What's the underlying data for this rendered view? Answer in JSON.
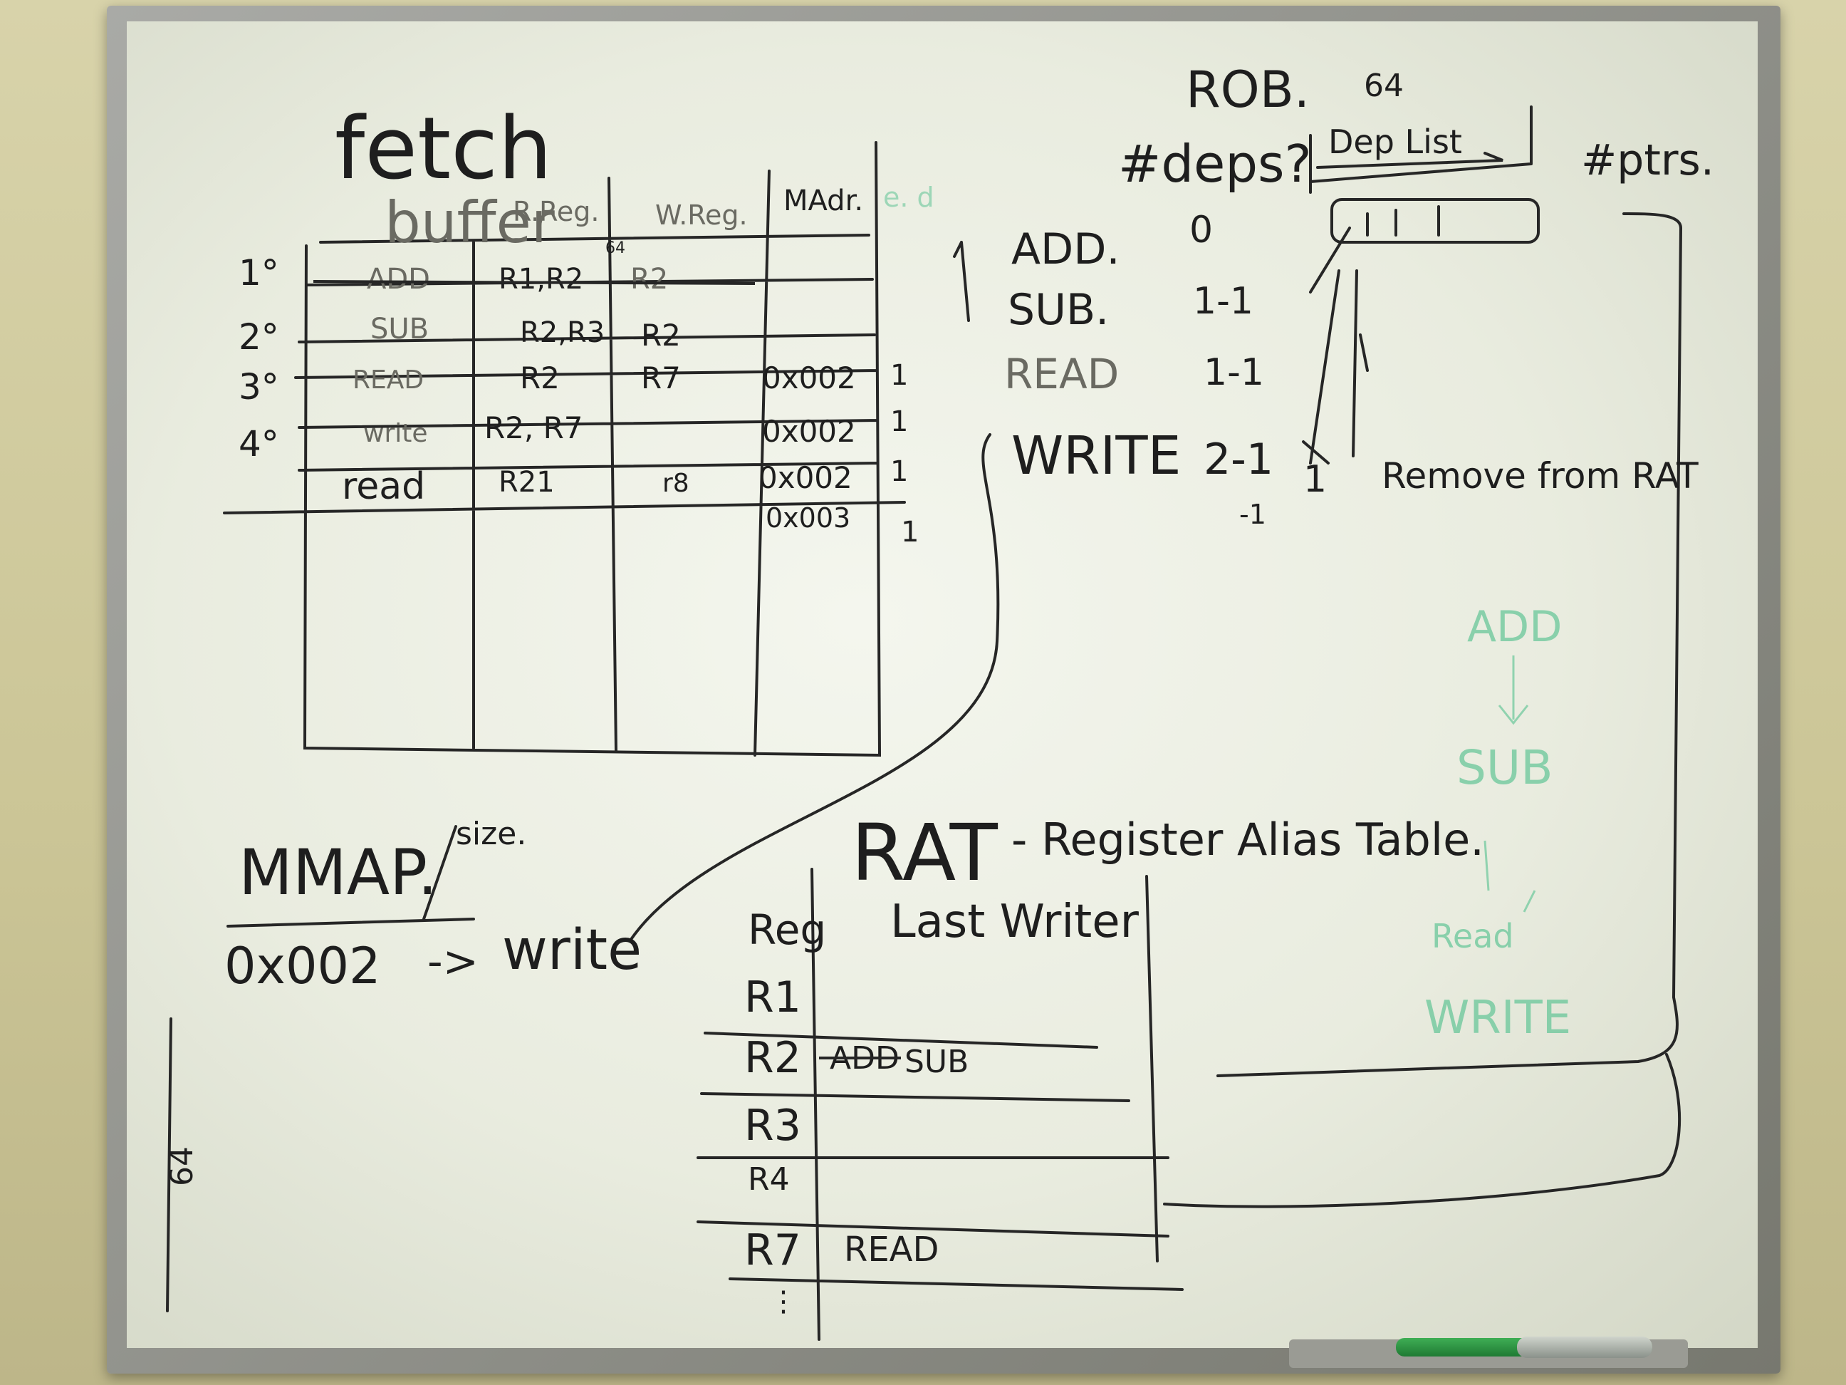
{
  "fetch_buffer": {
    "title_line1": "fetch",
    "title_line2": "buffer",
    "columns": [
      "R.Reg.",
      "W.Reg.",
      "MAdr."
    ],
    "order_marks": [
      "1°",
      "2°",
      "3°",
      "4°"
    ],
    "rows": [
      {
        "instr": "ADD",
        "rreg": "R1,R2",
        "wreg": "R2",
        "madr": "",
        "flag": "",
        "struck": true
      },
      {
        "instr": "SUB",
        "rreg": "R2,R3",
        "wreg": "R2",
        "madr": "",
        "flag": ""
      },
      {
        "instr": "READ",
        "rreg": "R2",
        "wreg": "R7",
        "madr": "0x002",
        "flag": "1"
      },
      {
        "instr": "write",
        "rreg": "R2, R7",
        "wreg": "",
        "madr": "0x002",
        "flag": "1"
      },
      {
        "instr": "read",
        "rreg": "R21",
        "wreg": "r8",
        "madr": "0x002",
        "flag": "1"
      },
      {
        "instr": "",
        "rreg": "",
        "wreg": "",
        "madr": "0x003",
        "flag": "1"
      }
    ],
    "superscript": "64"
  },
  "rob": {
    "title": "ROB.",
    "size": "64",
    "deps_label": "#deps?",
    "deplist_label": "Dep List",
    "ptrs_label": "#ptrs.",
    "entries": [
      {
        "instr": "ADD.",
        "deps": "0"
      },
      {
        "instr": "SUB.",
        "deps": "1-1"
      },
      {
        "instr": "READ",
        "deps": "1-1"
      },
      {
        "instr": "WRITE",
        "deps": "2-1"
      }
    ],
    "extra_counts": [
      "1",
      "-1"
    ],
    "remove_note": "Remove from RAT"
  },
  "ghost_green": {
    "top_note": "e. d",
    "chain": [
      "ADD",
      "SUB",
      "Read",
      "WRITE"
    ]
  },
  "mmap": {
    "title": "MMAP.",
    "size_note": "size.",
    "mapping_addr": "0x002",
    "arrow": "->",
    "mapping_target": "write"
  },
  "rat": {
    "title": "RAT",
    "subtitle": "- Register Alias Table.",
    "col_reg": "Reg",
    "col_writer": "Last Writer",
    "rows": [
      {
        "reg": "R1",
        "writer": ""
      },
      {
        "reg": "R2",
        "writer_struck": "ADD",
        "writer": "SUB"
      },
      {
        "reg": "R3",
        "writer": ""
      },
      {
        "reg": "R4",
        "writer": ""
      },
      {
        "reg": "R7",
        "writer": "READ"
      }
    ]
  },
  "side_note": "64",
  "colors": {
    "ink": "#1e1e1e",
    "faint_green": "#69c79a",
    "board": "#eef0e6"
  }
}
